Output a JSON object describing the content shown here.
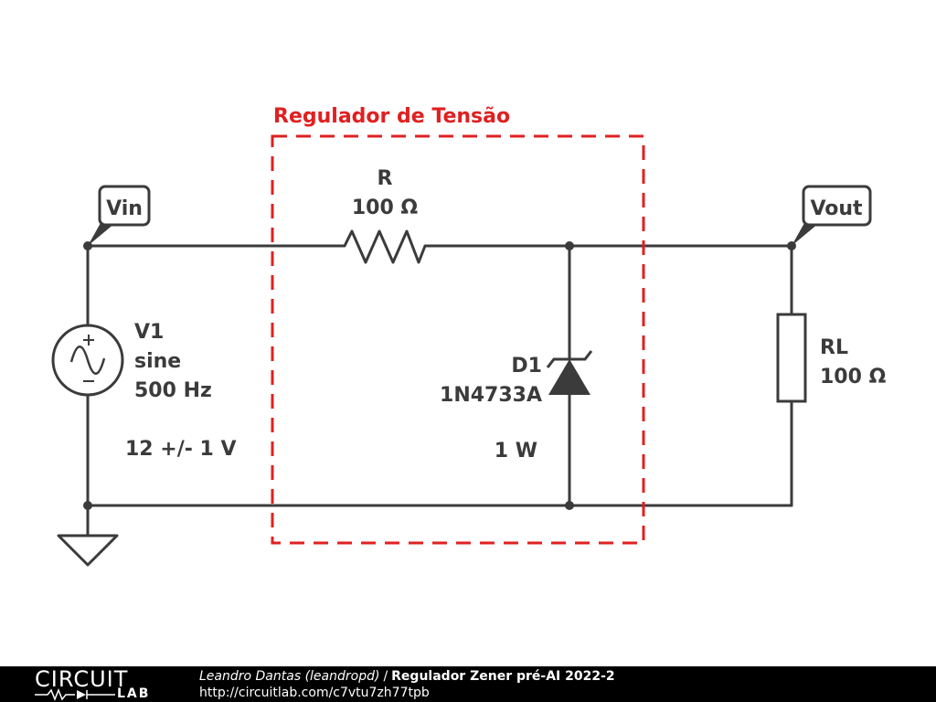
{
  "colors": {
    "wire": "#3b3b3b",
    "highlight_box": "#e02020",
    "footer_bg": "#000000",
    "footer_text": "#ffffff"
  },
  "box": {
    "title": "Regulador de Tensão"
  },
  "probes": {
    "vin": "Vin",
    "vout": "Vout"
  },
  "resistor_r": {
    "name": "R",
    "value": "100 Ω"
  },
  "source_v1": {
    "name": "V1",
    "type": "sine",
    "frequency": "500 Hz",
    "amplitude": "12 +/- 1 V"
  },
  "zener_d1": {
    "name": "D1",
    "part": "1N4733A",
    "power": "1 W"
  },
  "load_rl": {
    "name": "RL",
    "value": "100 Ω"
  },
  "icons": [
    "sine-source-icon",
    "resistor-icon",
    "zener-diode-icon",
    "ground-icon",
    "probe-icon"
  ],
  "footer": {
    "logo_top": "CIRCUIT",
    "logo_bottom": "LAB",
    "author": "Leandro Dantas (leandropd)",
    "separator": "/",
    "title": "Regulador Zener pré-AI 2022-2",
    "url": "http://circuitlab.com/c7vtu7zh77tpb"
  }
}
